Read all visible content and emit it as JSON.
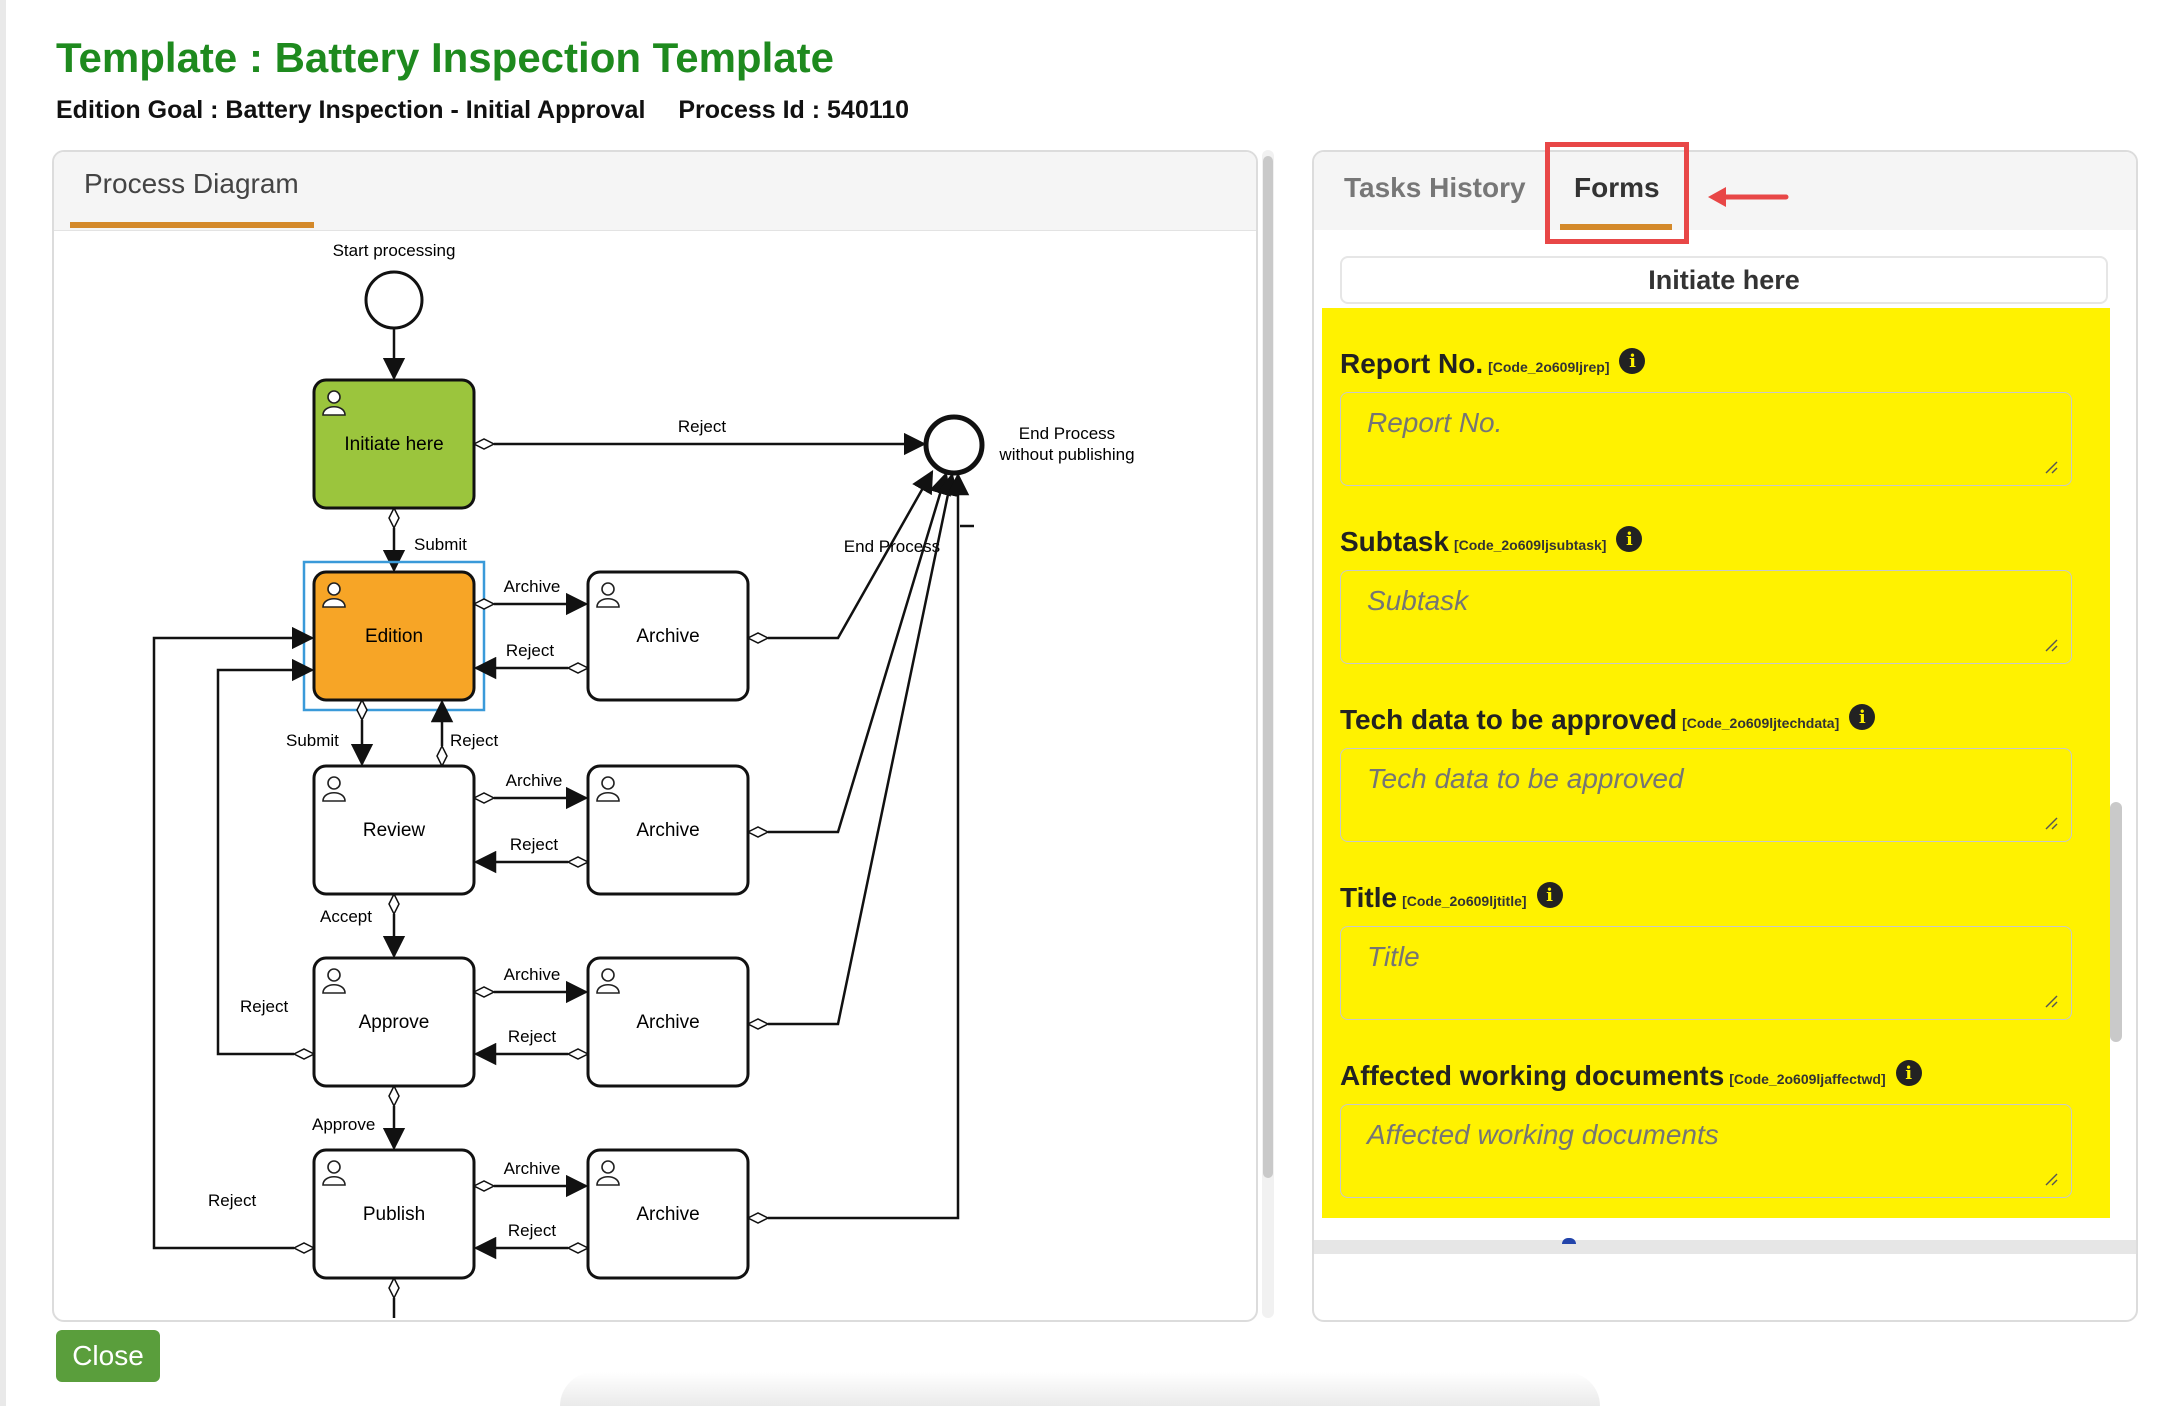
{
  "header": {
    "title": "Template : Battery Inspection Template",
    "edition_goal": "Edition Goal : Battery Inspection - Initial Approval",
    "process_id": "Process Id : 540110"
  },
  "left_panel": {
    "tab_label": "Process Diagram"
  },
  "diagram": {
    "start_label": "Start processing",
    "end_label_line1": "End Process",
    "end_label_line2": "without publishing",
    "nodes": {
      "initiate": "Initiate here",
      "edition": "Edition",
      "review": "Review",
      "approve": "Approve",
      "publish": "Publish",
      "archive": "Archive"
    },
    "edge_labels": {
      "reject": "Reject",
      "submit": "Submit",
      "archive": "Archive",
      "accept": "Accept",
      "approve": "Approve",
      "end_process": "End Process"
    },
    "colors": {
      "initiate": "#9bc53d",
      "edition": "#f7a526",
      "selection": "#3a9ad9"
    }
  },
  "right_panel": {
    "tabs": [
      "Tasks History",
      "Forms"
    ],
    "active_tab": "Forms",
    "form_header": "Initiate here",
    "form_bg_color": "#fff200",
    "fields": [
      {
        "label": "Report No.",
        "code": "[Code_2o609ljrep]",
        "placeholder": "Report No."
      },
      {
        "label": "Subtask",
        "code": "[Code_2o609ljsubtask]",
        "placeholder": "Subtask"
      },
      {
        "label": "Tech data to be approved",
        "code": "[Code_2o609ljtechdata]",
        "placeholder": "Tech data to be approved"
      },
      {
        "label": "Title",
        "code": "[Code_2o609ljtitle]",
        "placeholder": "Title"
      },
      {
        "label": "Affected working documents",
        "code": "[Code_2o609ljaffectwd]",
        "placeholder": "Affected working documents"
      }
    ]
  },
  "footer": {
    "close_label": "Close"
  }
}
